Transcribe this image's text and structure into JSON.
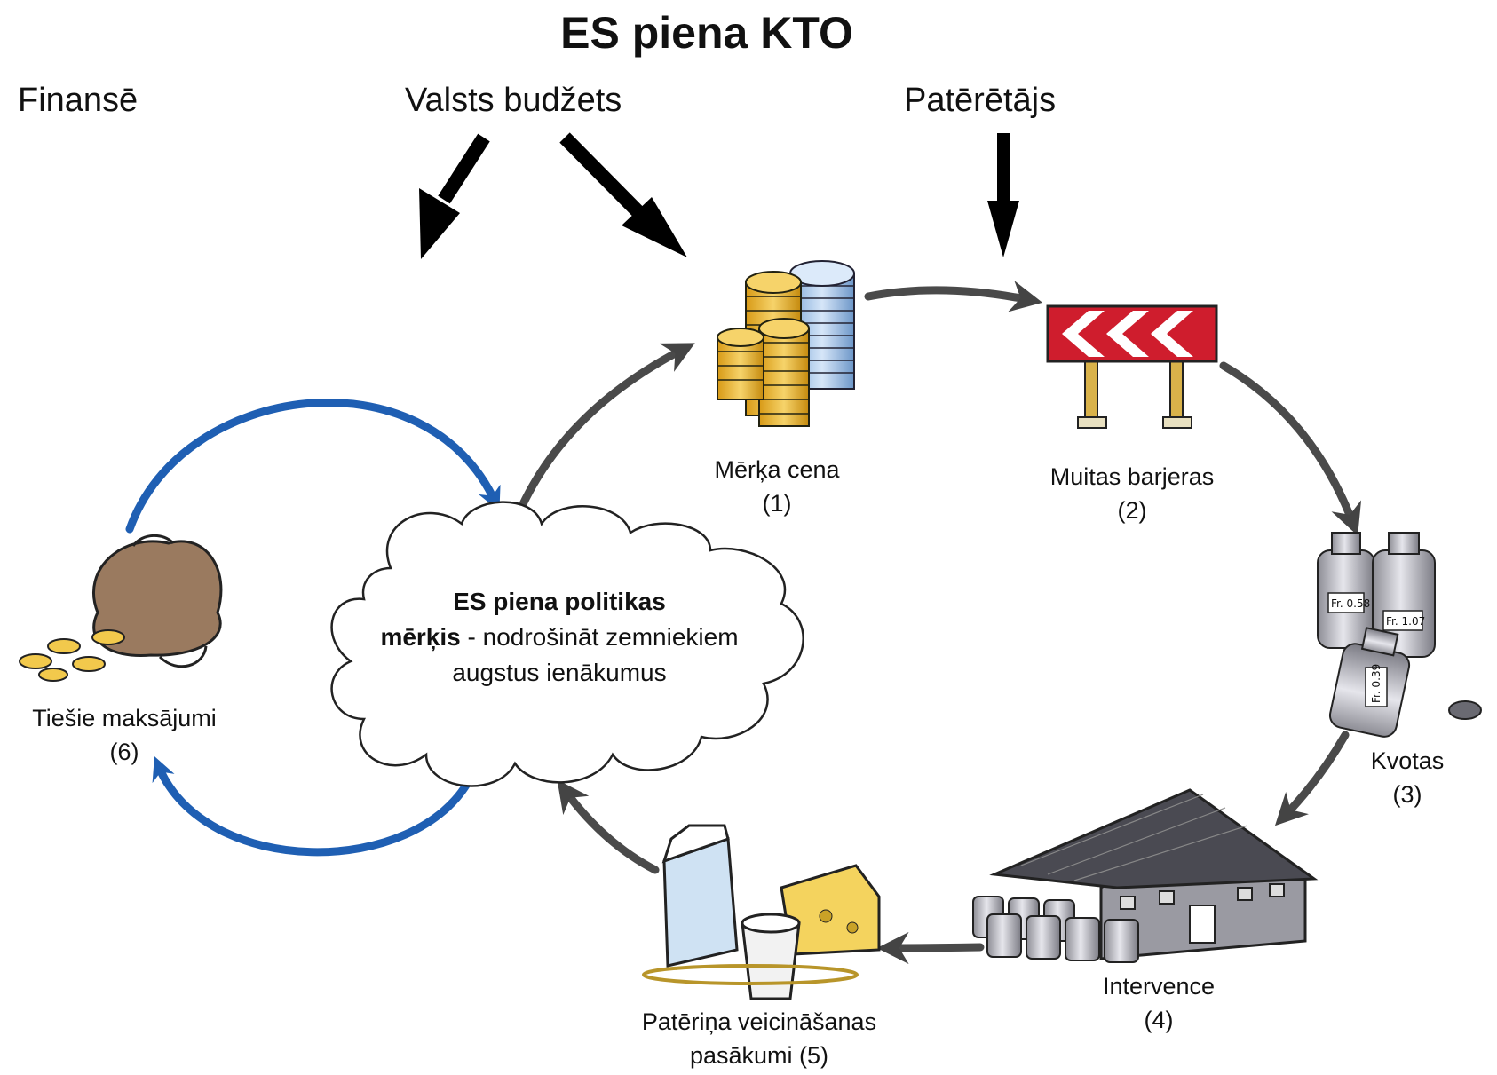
{
  "title": "ES piena KTO",
  "headers": {
    "finanse": "Finansē",
    "budget": "Valsts budžets",
    "consumer": "Patērētājs"
  },
  "center": {
    "bold1": "ES piena politikas",
    "bold2": "mērķis",
    "rest2": " - nodrošināt zemniekiem",
    "line3": "augstus ienākumus"
  },
  "nodes": [
    {
      "name": "Mērķa cena",
      "num": "(1)",
      "icon": "coins-icon"
    },
    {
      "name": "Muitas barjeras",
      "num": "(2)",
      "icon": "barrier-icon"
    },
    {
      "name": "Kvotas",
      "num": "(3)",
      "icon": "milk-cans-icon"
    },
    {
      "name": "Intervence",
      "num": "(4)",
      "icon": "warehouse-icon"
    },
    {
      "name": "Patēriņa veicināšanas",
      "num": "pasākumi (5)",
      "icon": "dairy-products-icon"
    },
    {
      "name": "Tiešie maksājumi",
      "num": "(6)",
      "icon": "money-bag-icon"
    }
  ],
  "can_labels": [
    "Fr. 0.58",
    "Fr. 1.07",
    "Fr. 0.39"
  ],
  "colors": {
    "cycle_arrow": "#4a4a4a",
    "blue_arrow": "#1f5fb3",
    "black_arrow": "#000000"
  }
}
